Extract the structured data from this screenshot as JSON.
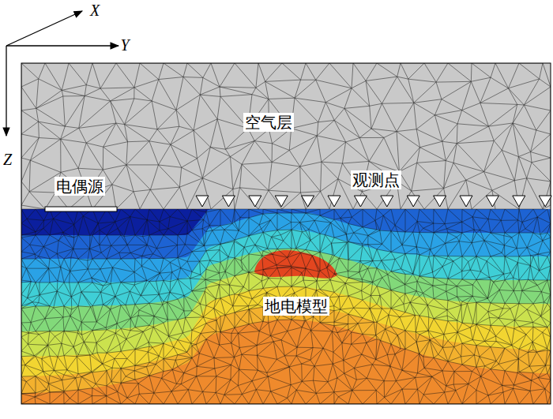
{
  "diagram": {
    "nodes": [
      {
        "text": [
          "空气层"
        ]
      },
      {
        "text": [
          "地电模型"
        ]
      }
    ],
    "labels": [
      "X",
      "Y",
      "Z",
      "电偶源",
      "观测点"
    ]
  }
}
